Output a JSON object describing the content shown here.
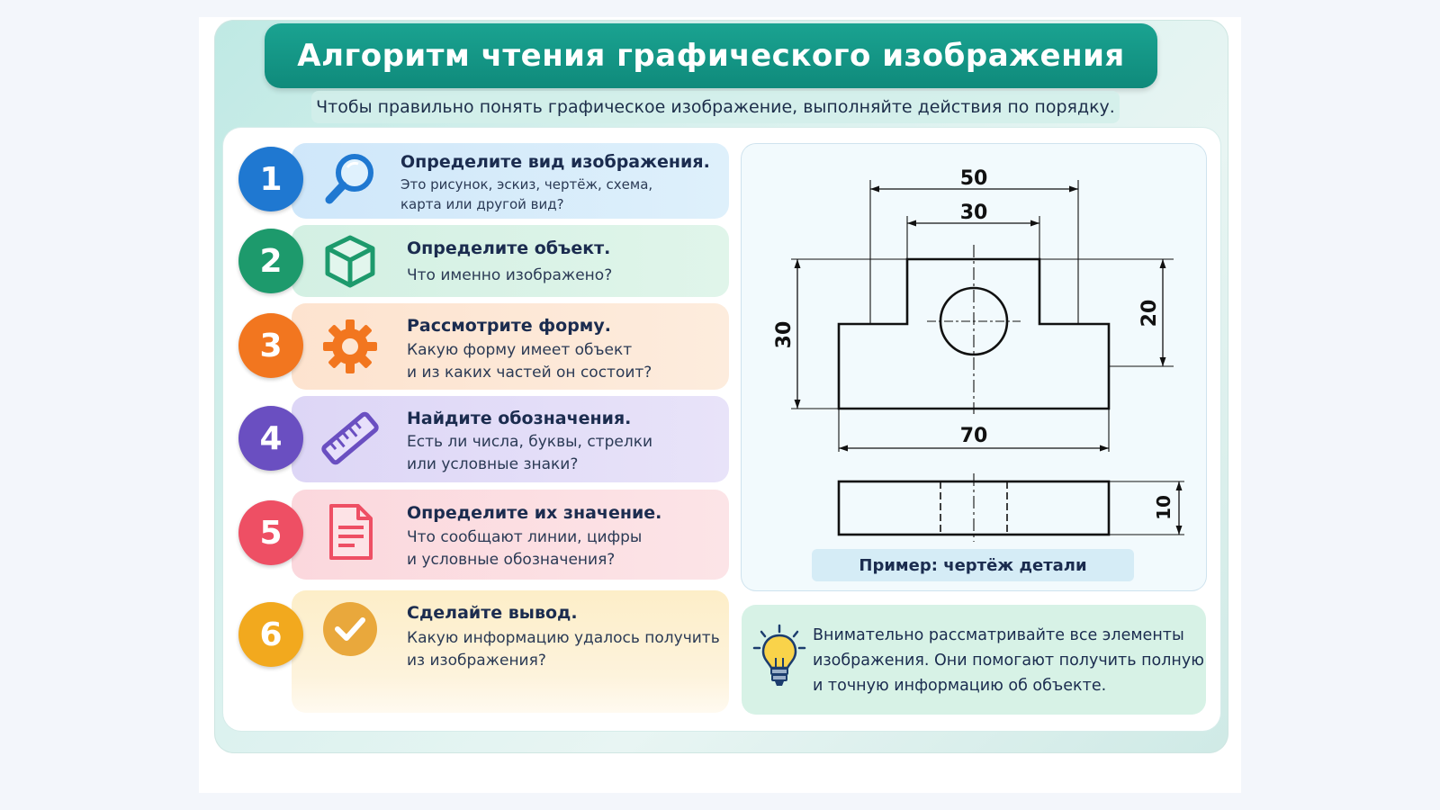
{
  "title": "Алгоритм чтения графического изображения",
  "subtitle": "Чтобы правильно понять графическое изображение, выполняйте действия по порядку.",
  "colors": {
    "teal": "#129685",
    "blue": "#1f78d1",
    "green": "#1d9a6c",
    "orange": "#f2761f",
    "purple": "#6a4fc1",
    "red": "#ee4f64",
    "yellow": "#f2a91e"
  },
  "steps": [
    {
      "number": "1",
      "icon": "magnifier-icon",
      "title": "Определите вид изображения.",
      "lines": [
        "Это рисунок, эскиз, чертёж, схема,",
        "карта или другой вид?"
      ]
    },
    {
      "number": "2",
      "icon": "cube-icon",
      "title": "Определите объект.",
      "lines": [
        "Что именно изображено?"
      ]
    },
    {
      "number": "3",
      "icon": "gear-icon",
      "title": "Рассмотрите форму.",
      "lines": [
        "Какую форму имеет объект",
        "и из каких частей он состоит?"
      ]
    },
    {
      "number": "4",
      "icon": "ruler-icon",
      "title": "Найдите обозначения.",
      "lines": [
        "Есть ли числа, буквы, стрелки",
        "или условные знаки?"
      ]
    },
    {
      "number": "5",
      "icon": "document-icon",
      "title": "Определите их значение.",
      "lines": [
        "Что сообщают линии, цифры",
        "и условные обозначения?"
      ]
    },
    {
      "number": "6",
      "icon": "checkmark-icon",
      "title": "Сделайте вывод.",
      "lines": [
        "Какую информацию удалось получить",
        "из изображения?"
      ]
    }
  ],
  "drawing": {
    "dim_top_outer": "50",
    "dim_top_inner": "30",
    "dim_left": "30",
    "dim_right": "20",
    "dim_bottom": "70",
    "dim_plan": "10",
    "caption": "Пример: чертёж детали"
  },
  "tip": {
    "icon": "lightbulb-icon",
    "lines": [
      "Внимательно рассматривайте все элементы",
      "изображения. Они помогают получить полную",
      "и точную информацию об объекте."
    ]
  }
}
